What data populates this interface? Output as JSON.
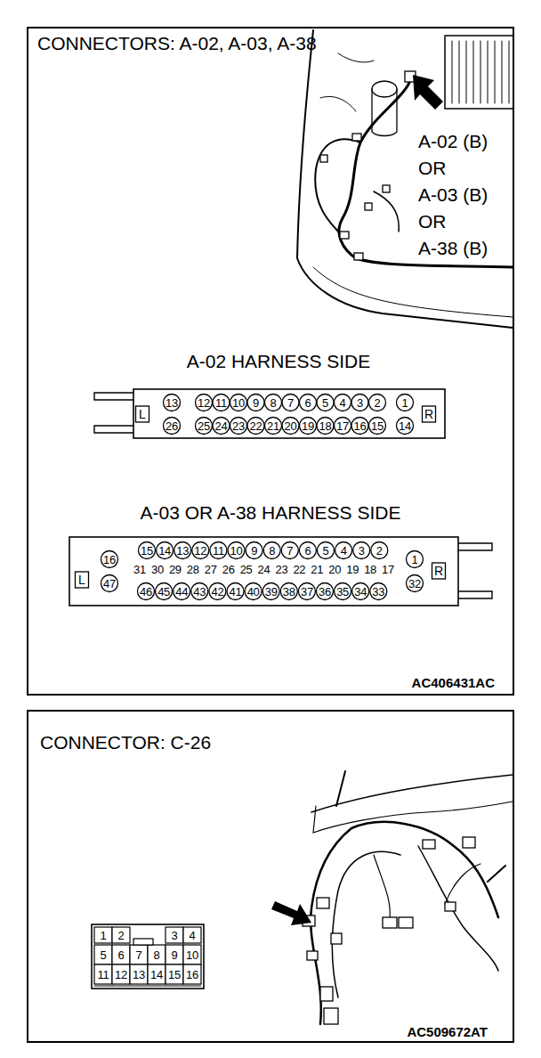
{
  "diagram": {
    "nodes": [
      {
        "text": [
          "CONNECTORS: A-02, A-03, A-38",
          "AC406431AC"
        ]
      },
      {
        "text": [
          "A-02 HARNESS SIDE",
          "L",
          "13",
          "12",
          "11",
          "10",
          "9",
          "8",
          "7",
          "6",
          "5",
          "4",
          "3",
          "2",
          "1",
          "26",
          "25",
          "24",
          "23",
          "22",
          "21",
          "20",
          "19",
          "18",
          "17",
          "16",
          "15",
          "14",
          "R"
        ],
        "in": 0
      },
      {
        "text": [
          "A-03 OR A-38 HARNESS SIDE",
          "L",
          "16",
          "15",
          "14",
          "13",
          "12",
          "11",
          "10",
          "9",
          "8",
          "7",
          "6",
          "5",
          "4",
          "3",
          "2",
          "1",
          "47",
          "31",
          "30",
          "29",
          "28",
          "27",
          "26",
          "25",
          "24",
          "23",
          "22",
          "21",
          "20",
          "19",
          "18",
          "17",
          "32",
          "46",
          "45",
          "44",
          "43",
          "42",
          "41",
          "40",
          "39",
          "38",
          "37",
          "36",
          "35",
          "34",
          "33",
          "R"
        ],
        "in": 0
      },
      {
        "text": [
          "CONNECTOR: C-26",
          "AC509672AT"
        ]
      },
      {
        "text": [
          "1",
          "2",
          "3",
          "4",
          "5",
          "6",
          "7",
          "8",
          "9",
          "10",
          "11",
          "12",
          "13",
          "14",
          "15",
          "16"
        ],
        "in": 3
      }
    ],
    "labels": [
      "A-02 (B)",
      "OR",
      "A-03 (B)",
      "OR",
      "A-38 (B)"
    ]
  }
}
